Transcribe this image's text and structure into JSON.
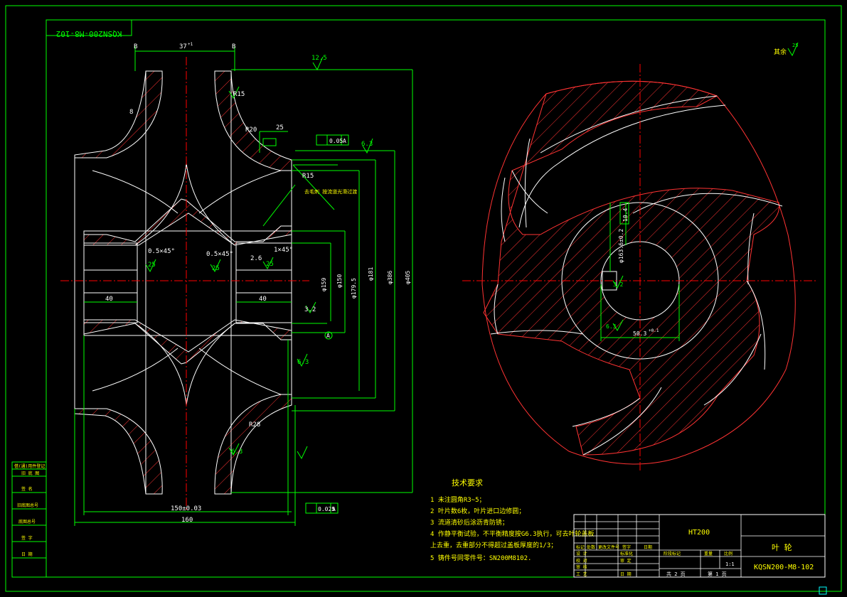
{
  "drawing": {
    "number": "KQSN200-M8-102",
    "number_mirrored": "KQSN200-M8-102",
    "material": "HT200",
    "part_name": "叶 轮",
    "scale": "1:1",
    "sheet_total": "共 2 页",
    "sheet_no": "第 1 页",
    "roughness_other": "其余",
    "roughness_other_value": "25"
  },
  "colors": {
    "border": "#00ff00",
    "outline": "#ffffff",
    "dimension": "#00ff00",
    "hatch": "#ff3333",
    "centerline": "#ff0000",
    "note": "#ffff00"
  },
  "dimensions": {
    "top_width": "37",
    "top_width_tol": "+1",
    "section_b_left": "B",
    "section_b_right": "B",
    "rough_top": "12.5",
    "d_outer": "φ405",
    "d_shroud": "φ386",
    "d_hub1": "φ179.5",
    "d_hub2": "φ181",
    "d_bore": "φ150",
    "d_fit": "φ159",
    "len_25": "25",
    "flatness": "0.05",
    "flatness2": "0.025",
    "datum": "A",
    "rough_63": "6.3",
    "r15": "R15",
    "r8": "8",
    "r20": "R20",
    "r28": "R28",
    "r15b": "R15",
    "chamfer1": "0.5×45°",
    "chamfer2": "0.5×45°",
    "chamfer3": "1×45°",
    "chamfer4": "2.6",
    "rough_25a": "25",
    "rough_25b": "25",
    "rough_25c": "25",
    "len_40a": "40",
    "len_40b": "40",
    "len_150": "150±0.03",
    "len_160": "160",
    "len_32": "3.2",
    "r63": "6.3",
    "r63b": "6.3",
    "note_side": "去毛刺  按流道光滑过渡",
    "keyway_width": "50.3",
    "keyway_tol": "+0.1",
    "key_depth": "10.4",
    "key_depth2": "φ163.6±0.2",
    "rough_key": "3.2",
    "rough_key2": "6.3"
  },
  "tech": {
    "title": "技术要求",
    "items": [
      "1 未注圆角R3~5；",
      "2 叶片数6枚，叶片进口边修圆；",
      "3 流道清砂后涂沥青防锈；",
      "4 作静平衡试验，不平衡精度按G6.3执行，可去叶轮盖板",
      "   上去重，去重部分不得超过盖板厚度的1/3；",
      "5 铸件号同零件号：SN200M8102."
    ]
  },
  "left_table": {
    "rows": [
      "借(通)用件登记",
      "旧 底 图",
      "签 名",
      "旧底图总号",
      "底图总号",
      "签 字",
      "日 期"
    ]
  },
  "title_block": {
    "labels": [
      "标记",
      "处数",
      "更改文件号",
      "签字",
      "日期"
    ],
    "row_labels": [
      "设 计",
      "校 对",
      "审 核",
      "工 艺"
    ],
    "cells": [
      "标准化",
      "审 定",
      "日 期"
    ],
    "headers": [
      "阶段标记",
      "重量",
      "比例"
    ]
  }
}
